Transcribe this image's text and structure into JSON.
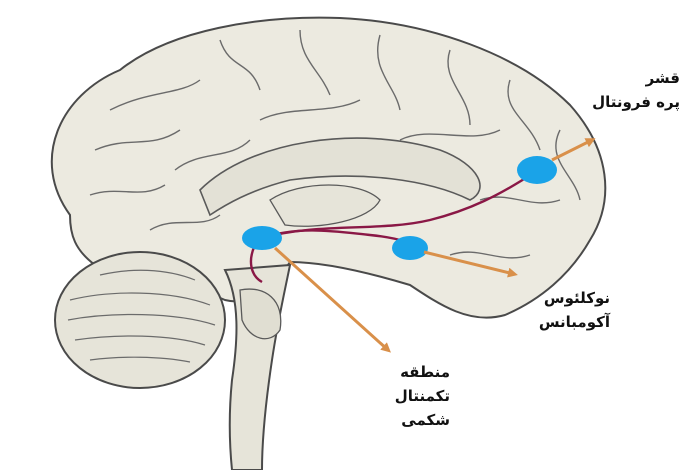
{
  "labels": {
    "prefrontal": {
      "line1": "قشر",
      "line2": "پره فرونتال"
    },
    "accumbens": {
      "line1": "نوکلئوس",
      "line2": "آکومبانس"
    },
    "vta": {
      "line1": "منطقه",
      "line2": "تکمنتال",
      "line3": "شکمی"
    }
  },
  "colors": {
    "brain_fill": "#eceae0",
    "brain_outline": "#4a4a4a",
    "node_fill": "#1aa3e8",
    "pathway": "#8a1846",
    "arrow": "#d9904a"
  }
}
